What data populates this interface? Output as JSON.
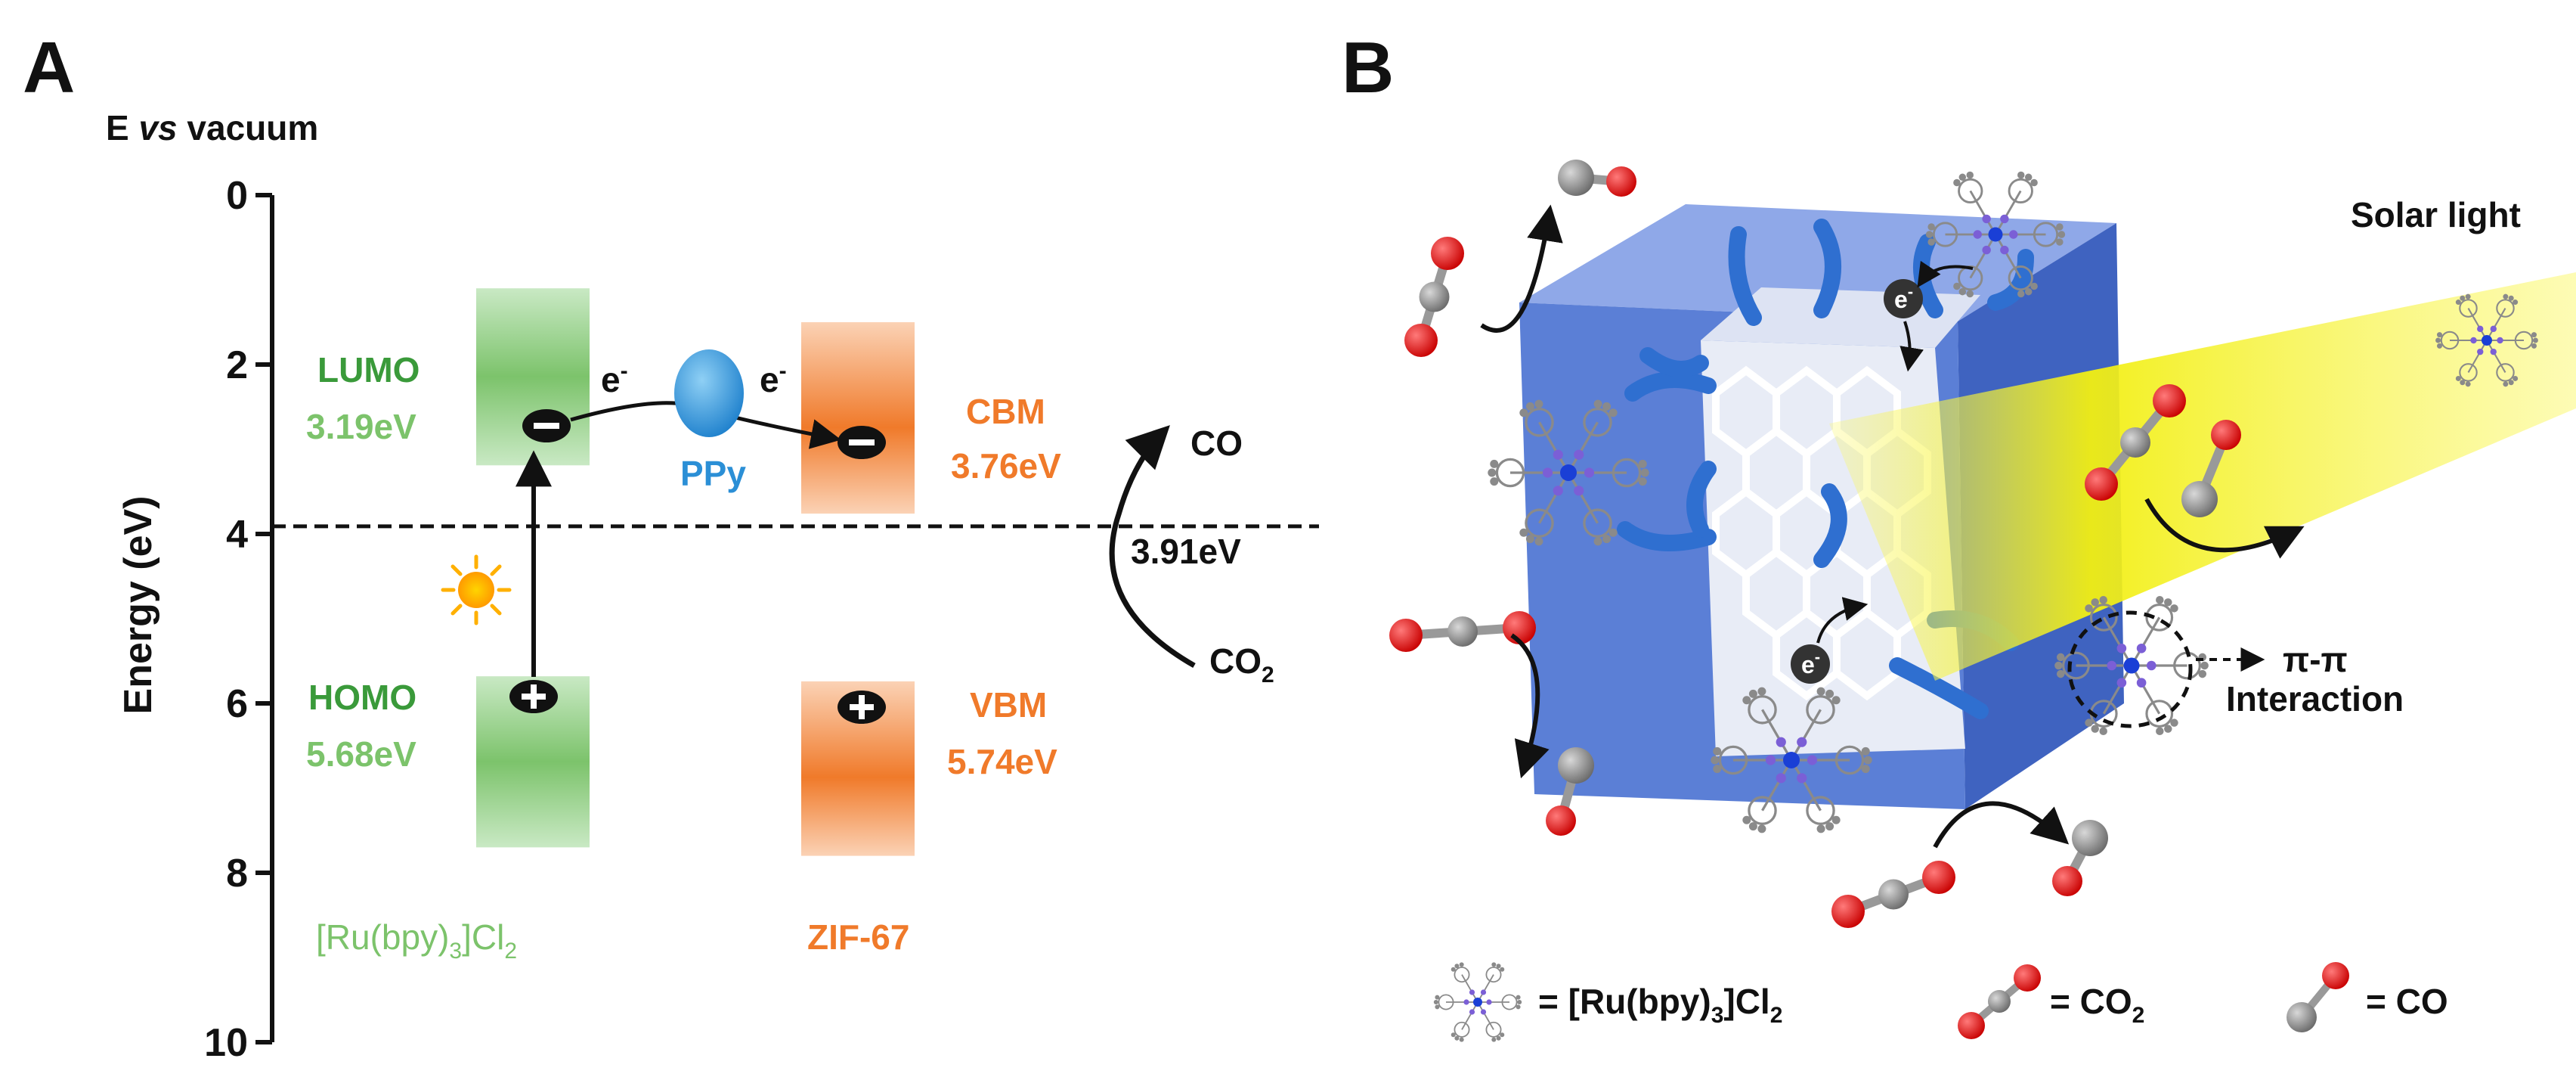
{
  "panel_a": {
    "label": "A",
    "axis_title_prefix": "E ",
    "axis_title_italic": "vs",
    "axis_title_suffix": " vacuum",
    "ylabel": "Energy (eV)",
    "ticks": [
      "0",
      "2",
      "4",
      "6",
      "8",
      "10"
    ],
    "tick_values": [
      0,
      2,
      4,
      6,
      8,
      10
    ],
    "ylim": [
      0,
      10
    ],
    "reference_level": 3.91,
    "reference_label": "3.91eV",
    "photosensitizer": {
      "lumo_name": "LUMO",
      "lumo_value": "3.19eV",
      "homo_name": "HOMO",
      "homo_value": "5.68eV",
      "name_prefix": "[Ru(bpy)",
      "name_sub": "3",
      "name_suffix": "]Cl",
      "name_sub2": "2",
      "lumo": 3.19,
      "homo": 5.68,
      "color_dark": "#3a9a3a",
      "color_light": "#7cc36b"
    },
    "mof": {
      "cbm_name": "CBM",
      "cbm_value": "3.76eV",
      "vbm_name": "VBM",
      "vbm_value": "5.74eV",
      "name": "ZIF-67",
      "cbm": 3.76,
      "vbm": 5.74,
      "color": "#f07a2a"
    },
    "mediator": {
      "label": "PPy",
      "color": "#2b8fd6"
    },
    "electron_label": "e",
    "electron_sup": "-",
    "product": "CO",
    "reactant_prefix": "CO",
    "reactant_sub": "2"
  },
  "panel_b": {
    "label": "B",
    "solar_light": "Solar light",
    "pi_pi_label": "π-π",
    "interaction_label": "Interaction",
    "electron_label": "e",
    "electron_sup": "-",
    "legend": {
      "ru_prefix": "= [Ru(bpy)",
      "ru_sub": "3",
      "ru_suffix": "]Cl",
      "ru_sub2": "2",
      "co2_prefix": "= CO",
      "co2_sub": "2",
      "co": "= CO"
    },
    "colors": {
      "cube": "#5b7fd6",
      "ppy": "#2f6fd0",
      "oxygen": "#e01010",
      "carbon": "#8a8a8a",
      "light": "#f6f21a"
    }
  }
}
